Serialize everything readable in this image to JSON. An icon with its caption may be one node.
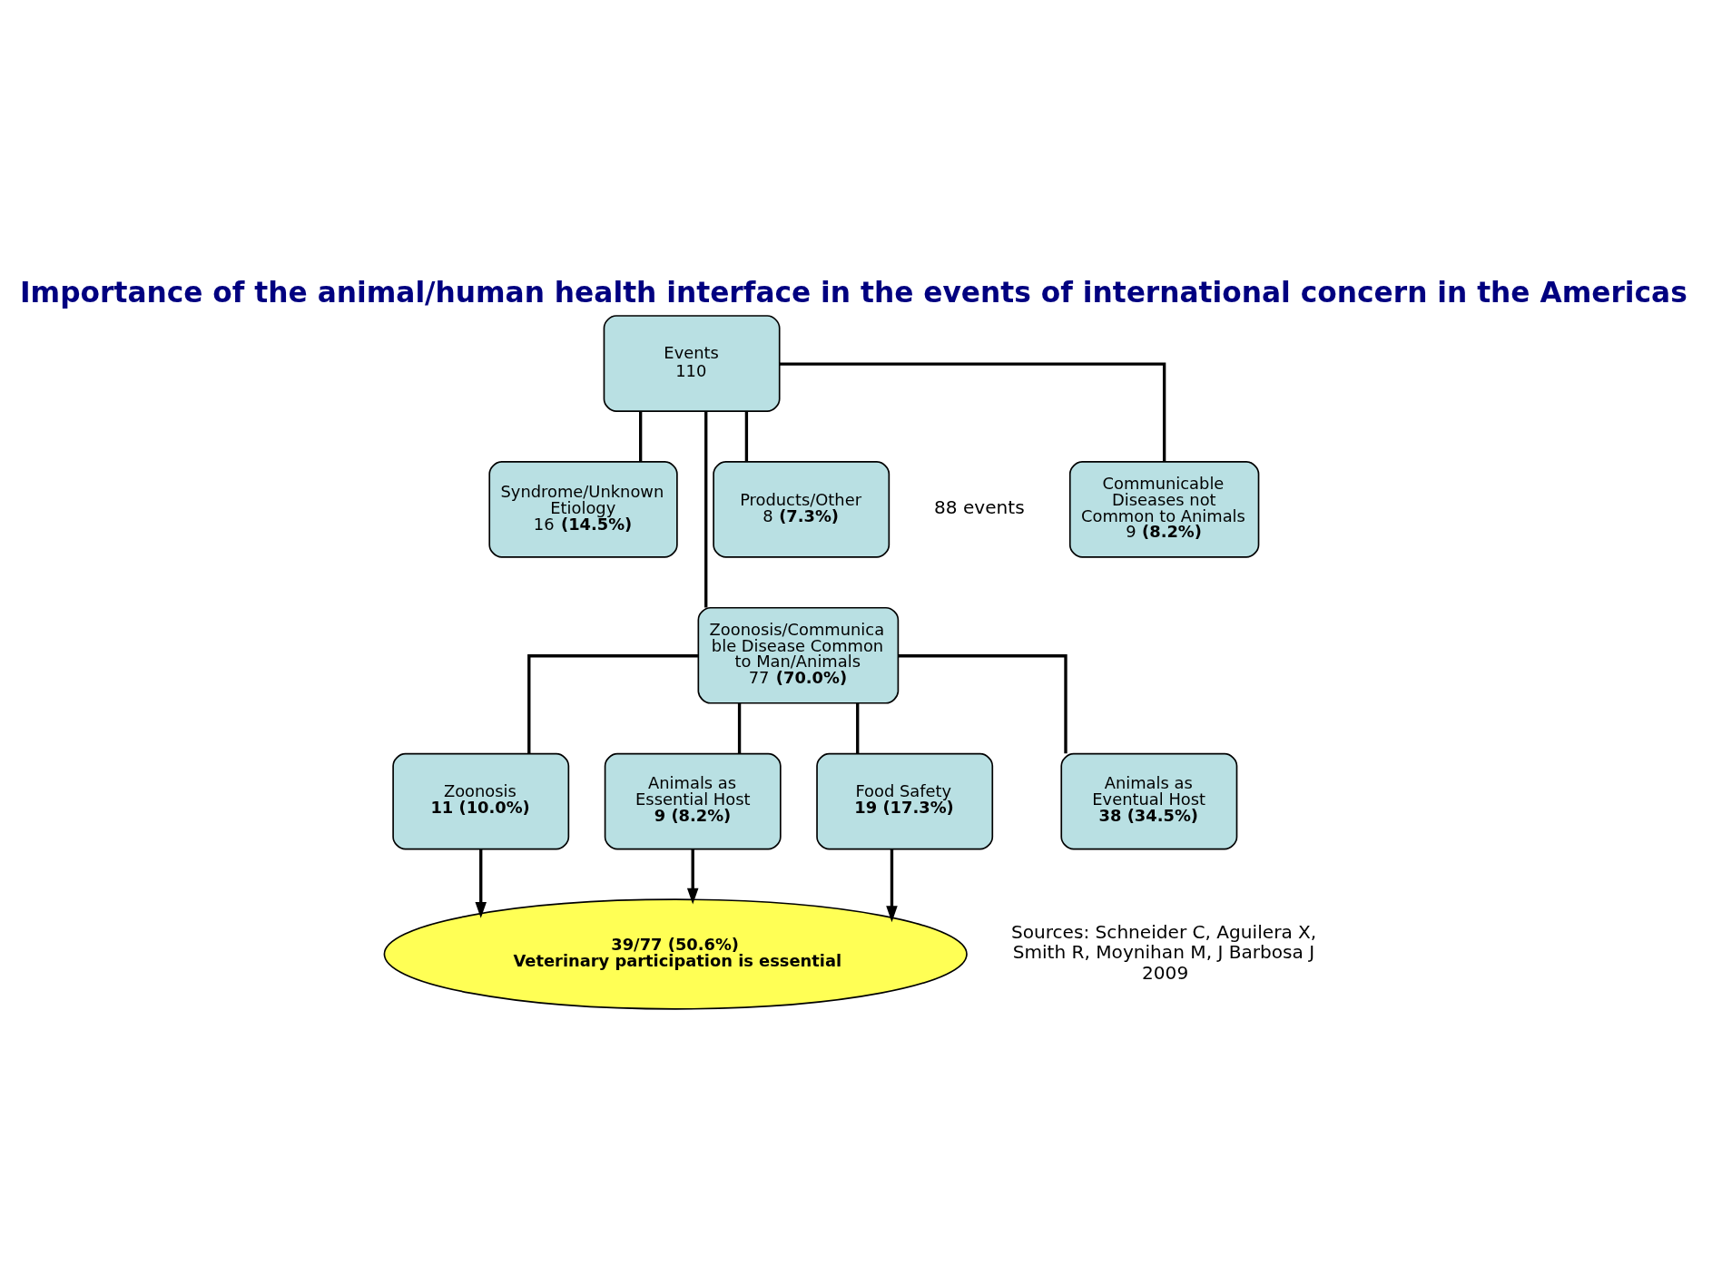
{
  "diagram": {
    "title": "Importance of the animal/human health interface in the events of international concern in the Americas",
    "nodes": [
      {
        "text": [
          "Events",
          "110"
        ]
      },
      {
        "text": [
          "Communicable Diseases not Common to Animals",
          "9 **(8.2%)**"
        ]
      },
      {
        "text": [
          "Zoonosis/Communicable Disease Common to Man/Animals",
          "77 **(70.0%)**"
        ]
      },
      {
        "text": [
          "Syndrome/Unknown Etiology",
          "16 **(14.5%)**"
        ]
      },
      {
        "text": [
          "Products/Other",
          "8 **(7.3%)**"
        ]
      },
      {
        "text": [
          "Zoonosis",
          "11 (10.0%)"
        ]
      },
      {
        "text": [
          "Animals as Essential Host",
          "9 (8.2%)"
        ]
      },
      {
        "text": [
          "Food Safety",
          "19 (17.3%)"
        ]
      },
      {
        "text": [
          "Animals as Eventual Host",
          "38 (34.5%)"
        ]
      },
      {
        "text": [
          "39/77 (50.6%)",
          "Veterinary participation is essential"
        ]
      }
    ],
    "edges": [
      {
        "from": 0,
        "to": 1,
        "arrow": "none"
      },
      {
        "from": 0,
        "to": 2,
        "arrow": "none"
      },
      {
        "from": 0,
        "to": 3,
        "arrow": "none"
      },
      {
        "from": 0,
        "to": 4,
        "arrow": "none"
      },
      {
        "from": 2,
        "to": 5,
        "arrow": "none"
      },
      {
        "from": 2,
        "to": 6,
        "arrow": "none"
      },
      {
        "from": 2,
        "to": 7,
        "arrow": "none"
      },
      {
        "from": 2,
        "to": 8,
        "arrow": "none"
      },
      {
        "from": 5,
        "to": 9,
        "arrow": "to"
      },
      {
        "from": 6,
        "to": 9,
        "arrow": "to"
      },
      {
        "from": 7,
        "to": 9,
        "arrow": "to"
      }
    ],
    "labels": [
      "88 events",
      "Sources: Schneider C, Aguilera X, Smith R, Moynihan M, J Barbosa J 2009"
    ]
  }
}
